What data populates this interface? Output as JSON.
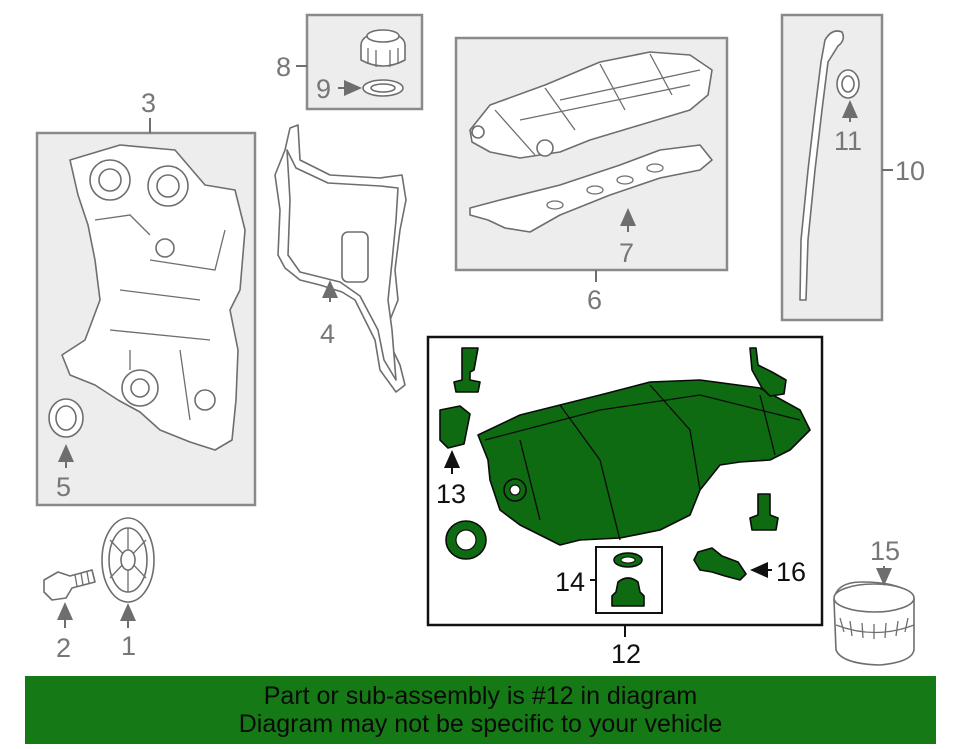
{
  "labels": {
    "p1": "1",
    "p2": "2",
    "p3": "3",
    "p4": "4",
    "p5": "5",
    "p6": "6",
    "p7": "7",
    "p8": "8",
    "p9": "9",
    "p10": "10",
    "p11": "11",
    "p12": "12",
    "p13": "13",
    "p14": "14",
    "p15": "15",
    "p16": "16"
  },
  "banner": {
    "line1": "Part or sub-assembly is #12 in diagram",
    "line2": "Diagram may not be specific to your vehicle"
  },
  "colors": {
    "highlight": "#0e6b12",
    "banner": "#157a15"
  }
}
